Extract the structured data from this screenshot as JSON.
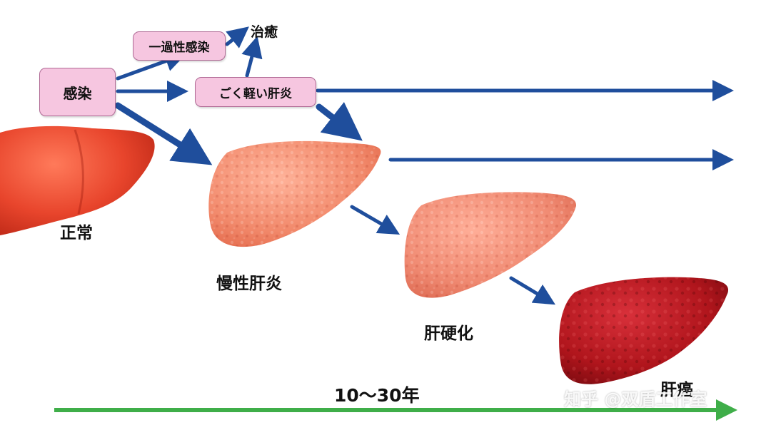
{
  "nodes": {
    "infection": "感染",
    "transient_infection": "一過性感染",
    "cure": "治癒",
    "mild_hepatitis": "ごく軽い肝炎"
  },
  "stages": {
    "normal": "正常",
    "chronic_hepatitis": "慢性肝炎",
    "cirrhosis": "肝硬化",
    "liver_cancer": "肝癌"
  },
  "timeline": {
    "label": "10〜30年"
  },
  "watermark": "知乎 @双盾工作室",
  "colors": {
    "arrow": "#1f4e9c",
    "timeline": "#3fae49",
    "node_fill": "#f6c6e0",
    "node_border": "#b06a95",
    "liver_normal": "#e8452c",
    "liver_chronic": "#f28a6c",
    "liver_cirrhosis": "#f08a72",
    "liver_cancer": "#b0151c"
  }
}
